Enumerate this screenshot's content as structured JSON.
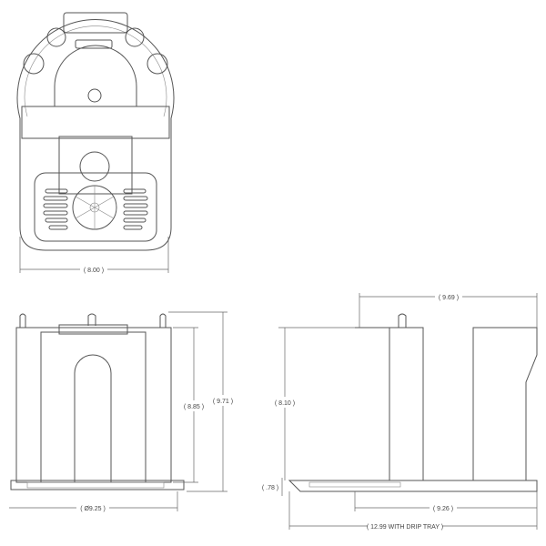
{
  "views": {
    "top": {
      "dimensions": {
        "width": "( 8.00 )"
      }
    },
    "front": {
      "dimensions": {
        "inner_height": "( 8.85 )",
        "overall_height": "( 9.71 )",
        "diameter": "( Ø9.25 )"
      }
    },
    "side": {
      "dimensions": {
        "top_depth": "( 9.69 )",
        "height": "( 8.10 )",
        "tray_height": "( .78 )",
        "base_depth": "( 9.26 )",
        "overall_depth": "( 12.99 WITH DRIP TRAY )"
      }
    }
  },
  "colors": {
    "line": "#555555",
    "background": "#ffffff"
  }
}
